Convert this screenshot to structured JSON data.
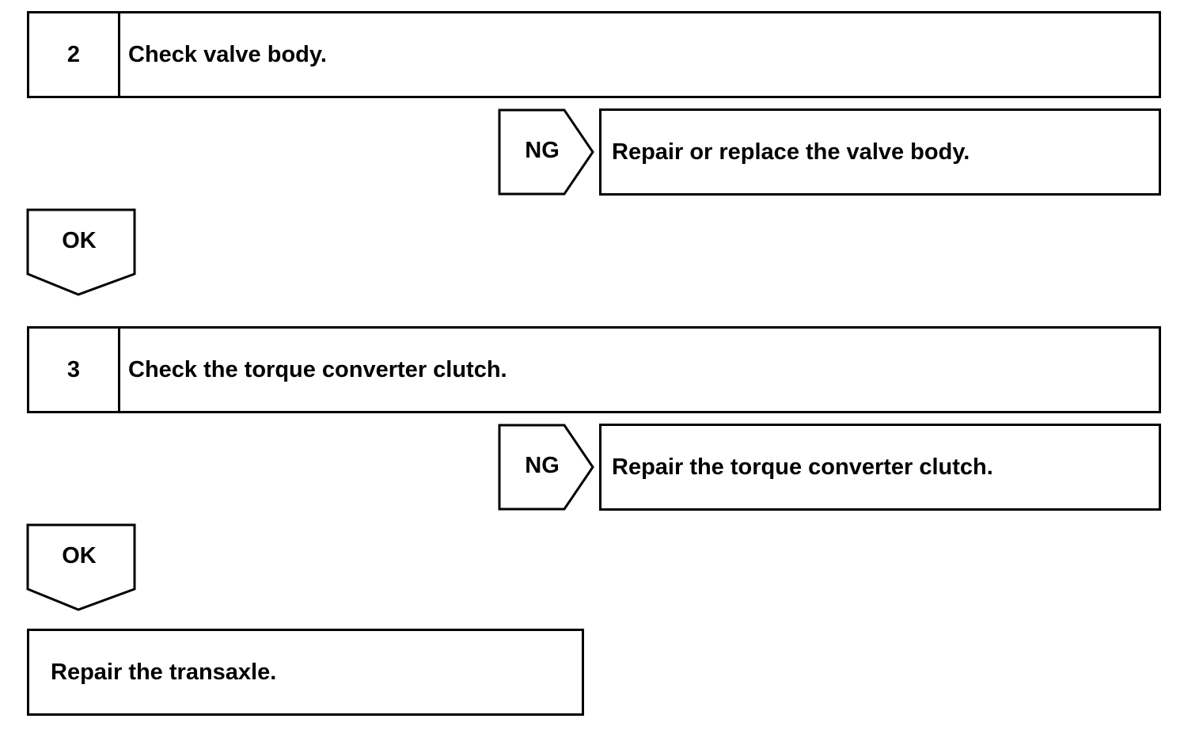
{
  "steps": [
    {
      "number": "2",
      "title": "Check valve body.",
      "ng_label": "NG",
      "ng_action": "Repair or replace the valve body.",
      "ok_label": "OK"
    },
    {
      "number": "3",
      "title": "Check the torque converter clutch.",
      "ng_label": "NG",
      "ng_action": "Repair the torque converter clutch.",
      "ok_label": "OK"
    }
  ],
  "final_action": "Repair the transaxle.",
  "colors": {
    "stroke": "#000000",
    "background": "#ffffff"
  }
}
